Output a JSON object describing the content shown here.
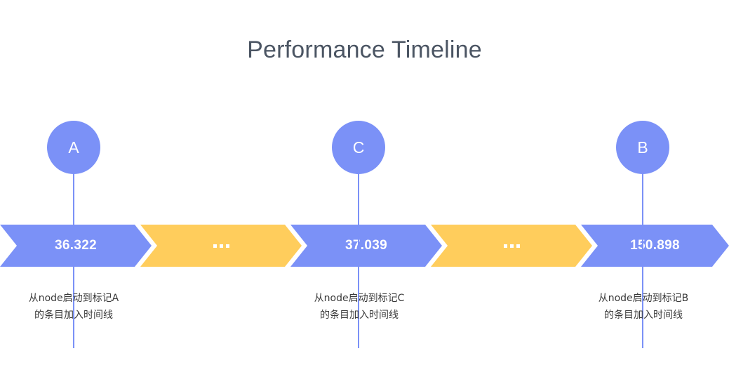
{
  "chart_data": {
    "type": "timeline",
    "title": "Performance Timeline",
    "segments": [
      {
        "label": "36.322",
        "value": 36.322,
        "color": "#7b91f7",
        "kind": "value"
      },
      {
        "label": "...",
        "value": null,
        "color": "#ffcd5c",
        "kind": "gap"
      },
      {
        "label": "37.039",
        "value": 37.039,
        "color": "#7b91f7",
        "kind": "value"
      },
      {
        "label": "...",
        "value": null,
        "color": "#ffcd5c",
        "kind": "gap"
      },
      {
        "label": "150.898",
        "value": 150.898,
        "color": "#7b91f7",
        "kind": "value"
      }
    ],
    "markers": [
      {
        "id": "A",
        "label": "A",
        "caption_line1": "从node启动到标记A",
        "caption_line2": "的条目加入时间线"
      },
      {
        "id": "C",
        "label": "C",
        "caption_line1": "从node启动到标记C",
        "caption_line2": "的条目加入时间线"
      },
      {
        "id": "B",
        "label": "B",
        "caption_line1": "从node启动到标记B",
        "caption_line2": "的条目加入时间线"
      }
    ],
    "colors": {
      "accent_blue": "#7b91f7",
      "accent_yellow": "#ffcd5c",
      "title_text": "#4b5563",
      "caption_text": "#3a3a3a",
      "background": "#ffffff"
    },
    "legend": null,
    "grid": false
  }
}
